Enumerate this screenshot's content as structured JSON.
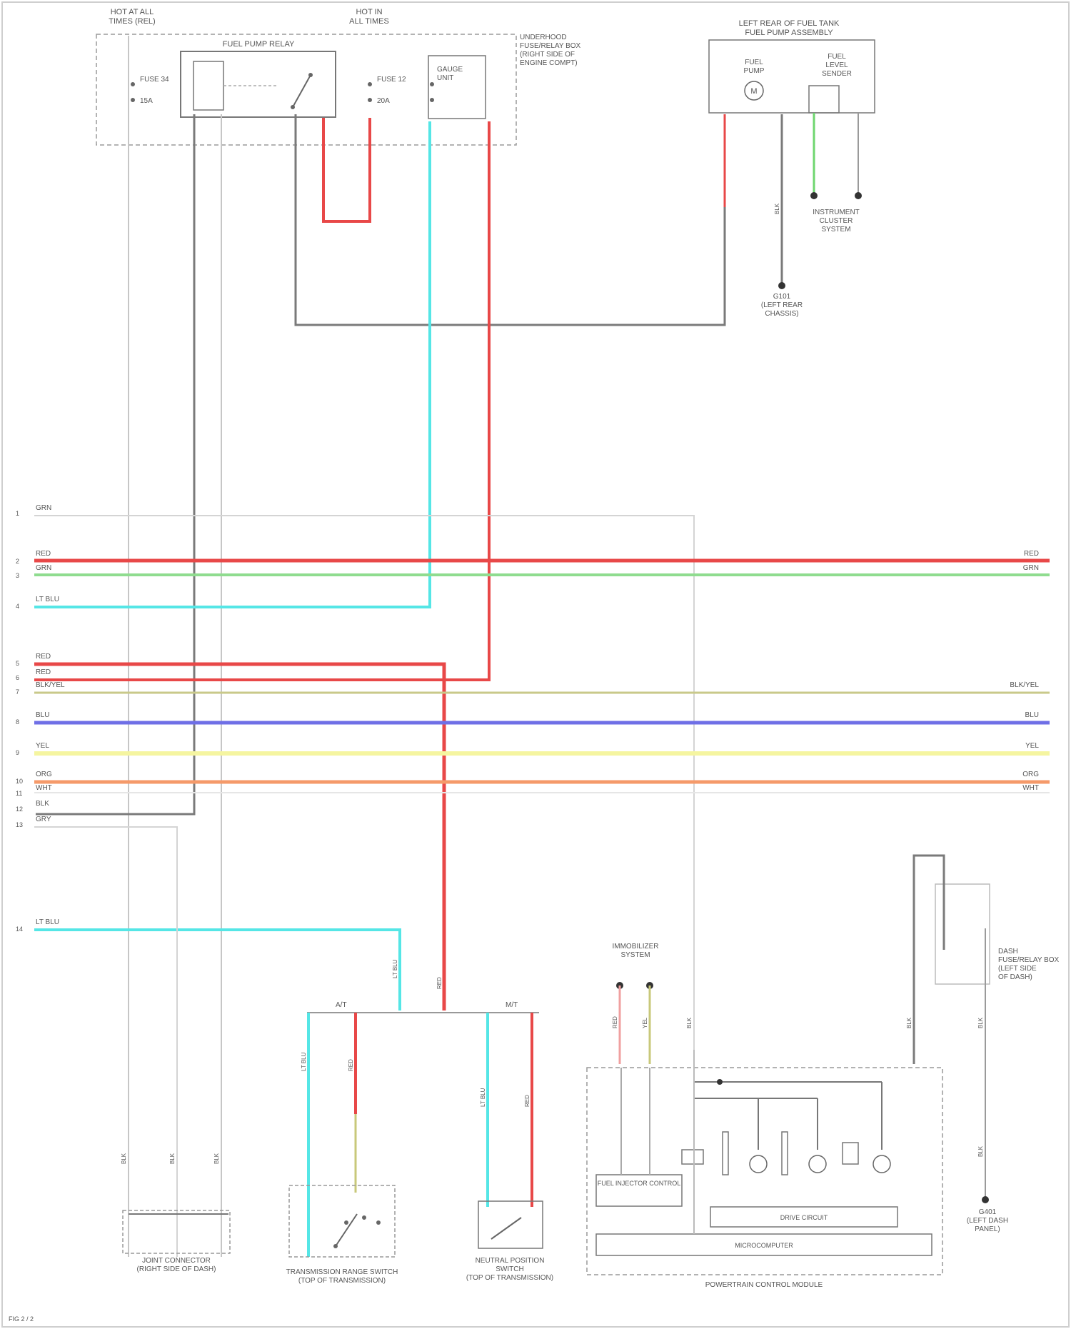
{
  "diagram": {
    "top": {
      "fuse_label_left": [
        "HOT AT ALL",
        "TIMES (REL)"
      ],
      "fuse_label_mid": [
        "HOT IN",
        "ALL TIMES"
      ],
      "relay_name": "FUEL PUMP RELAY",
      "fuse_left": [
        "FUSE 34",
        "15A"
      ],
      "fuse_mid": [
        "FUSE 12",
        "20A"
      ],
      "box_label": [
        "UNDERHOOD",
        "FUSE/RELAY BOX",
        "(RIGHT SIDE OF",
        "ENGINE COMPT)"
      ],
      "gauge_box": [
        "GAUGE",
        "UNIT"
      ],
      "tank_label": [
        "LEFT REAR OF FUEL TANK",
        "FUEL PUMP ASSEMBLY"
      ],
      "pump_name": [
        "FUEL",
        "PUMP"
      ],
      "sender_name": [
        "FUEL",
        "LEVEL",
        "SENDER"
      ],
      "ground_label": [
        "G101",
        "(LEFT REAR",
        "CHASSIS)"
      ],
      "cluster_label": [
        "INSTRUMENT",
        "CLUSTER",
        "SYSTEM"
      ]
    },
    "bus": {
      "wire_labels_left": [
        "GRN",
        "RED",
        "GRN",
        "LT BLU",
        "RED",
        "RED",
        "BLK/YEL",
        "BLU",
        "YEL",
        "ORG",
        "WHT",
        "BLK",
        "GRY",
        "LT BLU"
      ],
      "wire_labels_right": [
        "RED",
        "GRN",
        "BLK/YEL",
        "BLU",
        "YEL",
        "ORG",
        "WHT"
      ],
      "pin_numbers": [
        "1",
        "2",
        "3",
        "4",
        "5",
        "6",
        "7",
        "8",
        "9",
        "10",
        "11",
        "12",
        "13",
        "14"
      ]
    },
    "bottom": {
      "bus_tags": [
        "A/T",
        "M/T"
      ],
      "left_connector": [
        "JOINT CONNECTOR",
        "(RIGHT SIDE OF DASH)"
      ],
      "range_switch": [
        "TRANSMISSION RANGE SWITCH",
        "(TOP OF TRANSMISSION)"
      ],
      "neutral_switch": [
        "NEUTRAL POSITION",
        "SWITCH",
        "(TOP OF TRANSMISSION)"
      ],
      "immobilizer": [
        "IMMOBILIZER",
        "SYSTEM"
      ],
      "ecm_label": "POWERTRAIN CONTROL MODULE",
      "sub_boxes": [
        "FUEL INJECTOR CONTROL",
        "DRIVE CIRCUIT",
        "MICROCOMPUTER"
      ],
      "fuse_box": [
        "DASH",
        "FUSE/RELAY BOX",
        "(LEFT SIDE",
        "OF DASH)"
      ],
      "ground_g4": [
        "G401",
        "(LEFT DASH",
        "PANEL)"
      ],
      "wire_tags_bottom": [
        "BLK",
        "BLK",
        "BLK",
        "LT BLU",
        "RED",
        "LT BLU",
        "RED",
        "YEL",
        "RED",
        "BLK",
        "BLK",
        "LT BLU",
        "RED",
        "BLK",
        "BLK",
        "BLK"
      ]
    },
    "footer": "FIG 2 / 2"
  }
}
